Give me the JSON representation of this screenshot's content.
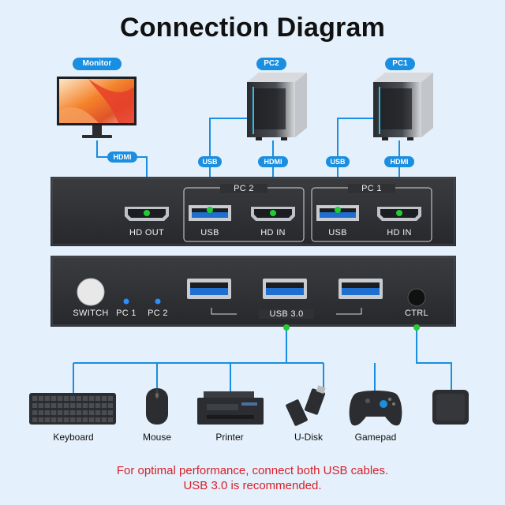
{
  "title": "Connection Diagram",
  "tags": {
    "monitor": "Monitor",
    "pc2": "PC2",
    "pc1": "PC1",
    "hdmi_monitor": "HDMI",
    "usb_pc2": "USB",
    "hdmi_pc2": "HDMI",
    "usb_pc1": "USB",
    "hdmi_pc1": "HDMI"
  },
  "rear_panel": {
    "hd_out": "HD OUT",
    "pc2_group": "PC 2",
    "pc2_usb": "USB",
    "pc2_hdin": "HD IN",
    "pc1_group": "PC 1",
    "pc1_usb": "USB",
    "pc1_hdin": "HD IN"
  },
  "front_panel": {
    "switch": "SWITCH",
    "pc1_led": "PC 1",
    "pc2_led": "PC 2",
    "usb30": "USB 3.0",
    "ctrl": "CTRL"
  },
  "devices": [
    "Keyboard",
    "Mouse",
    "Printer",
    "U-Disk",
    "Gamepad"
  ],
  "note": {
    "line1": "For optimal performance, connect both USB cables.",
    "line2": "USB 3.0 is recommended."
  },
  "colors": {
    "accent": "#1a8ee0",
    "connector_dot": "#22cc33",
    "note": "#d8202a",
    "device_body": "#2b2d30"
  }
}
